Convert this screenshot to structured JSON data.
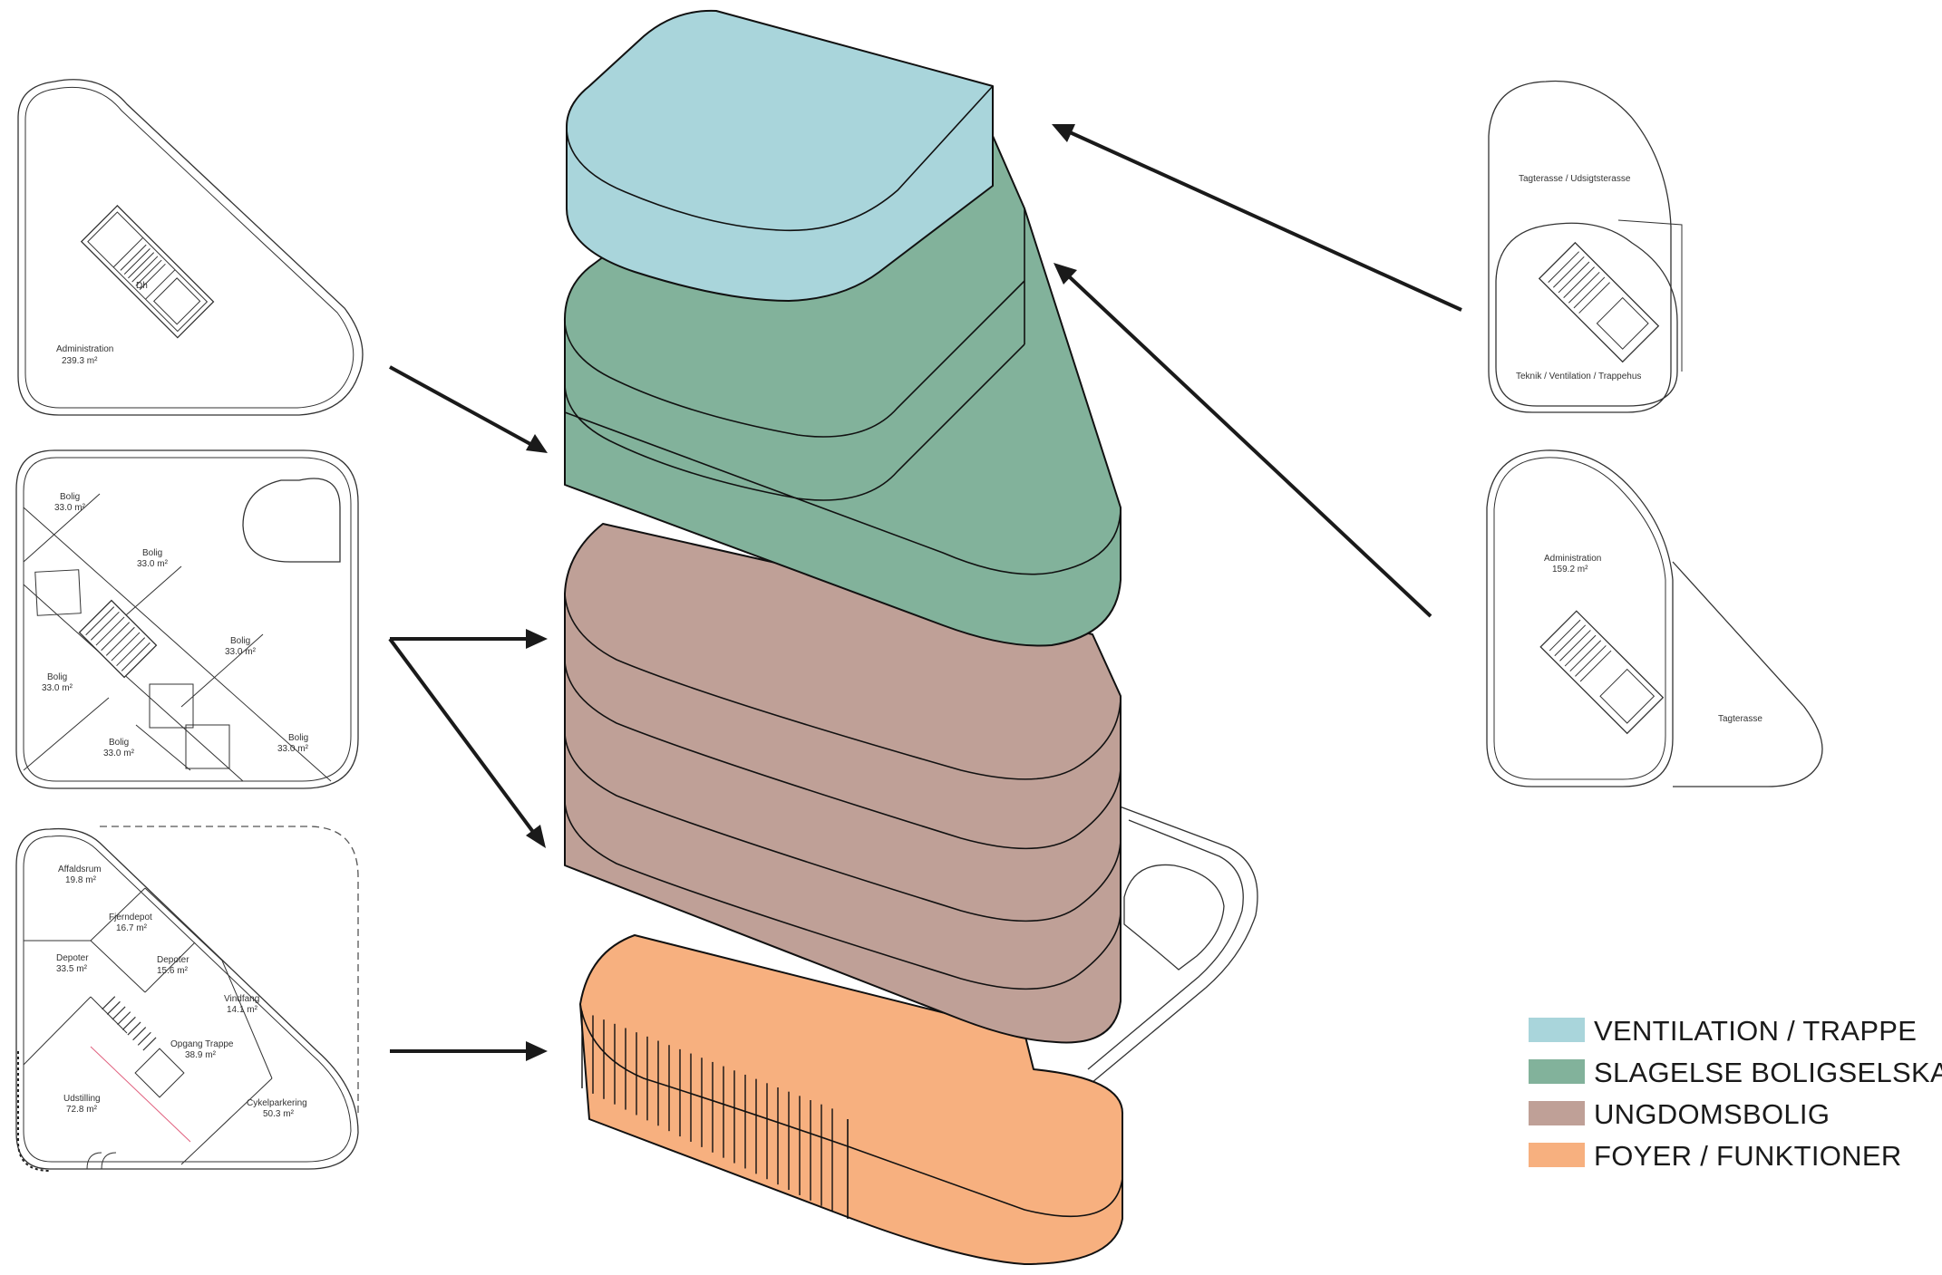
{
  "legend": {
    "items": [
      {
        "label": "VENTILATION / TRAPPE",
        "color": "#a9d5db"
      },
      {
        "label": "SLAGELSE BOLIGSELSKAB",
        "color": "#82b29b"
      },
      {
        "label": "UNGDOMSBOLIG",
        "color": "#bfa097"
      },
      {
        "label": "FOYER / FUNKTIONER",
        "color": "#f7b07f"
      }
    ]
  },
  "plans": {
    "admin_left": {
      "name": "Administration",
      "area": "239.3 m²",
      "small": "Dh"
    },
    "bolig": {
      "rooms": [
        {
          "name": "Bolig",
          "area": "33.0 m²"
        },
        {
          "name": "Bolig",
          "area": "33.0 m²"
        },
        {
          "name": "Bolig",
          "area": "33.0 m²"
        },
        {
          "name": "Bolig",
          "area": "33.0 m²"
        },
        {
          "name": "Bolig",
          "area": "33.0 m²"
        },
        {
          "name": "Bolig",
          "area": "33.0 m²"
        }
      ]
    },
    "ground": {
      "rooms": [
        {
          "name": "Affaldsrum",
          "area": "19.8 m²"
        },
        {
          "name": "Fjerndepot",
          "area": "16.7 m²"
        },
        {
          "name": "Depoter",
          "area": "33.5 m²"
        },
        {
          "name": "Depoter",
          "area": "15.6 m²"
        },
        {
          "name": "Vindfang",
          "area": "14.1 m²"
        },
        {
          "name": "Opgang Trappe",
          "area": "38.9 m²"
        },
        {
          "name": "Udstilling",
          "area": "72.8 m²"
        },
        {
          "name": "Cykelparkering",
          "area": "50.3 m²"
        }
      ]
    },
    "roof": {
      "terrace": "Tagterasse / Udsigtsterasse",
      "core": "Teknik / Ventilation / Trappehus"
    },
    "admin_right": {
      "name": "Administration",
      "area": "159.2 m²",
      "terrace": "Tagterasse"
    }
  }
}
